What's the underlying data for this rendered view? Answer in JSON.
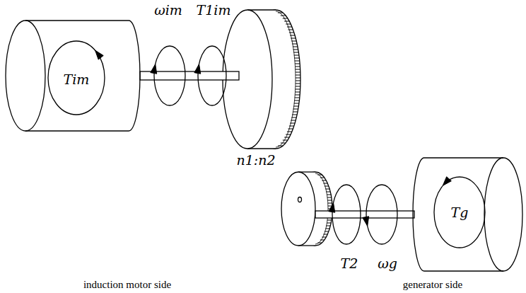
{
  "diagram": {
    "nodes": [
      {
        "text": [
          "Tim"
        ]
      },
      {
        "text": [
          "Tg"
        ]
      }
    ],
    "labels": [
      "ωim",
      "T1im",
      "n1:n2",
      "T2",
      "ωg",
      "induction motor side",
      "generator side"
    ]
  }
}
